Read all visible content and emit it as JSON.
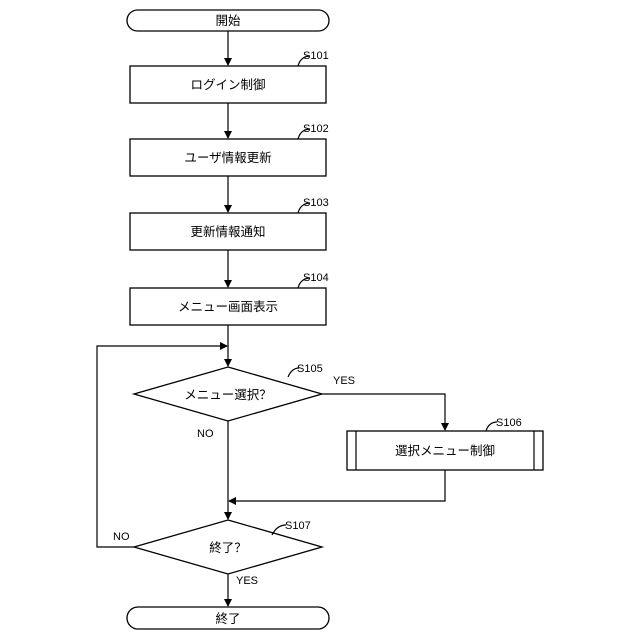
{
  "flowchart": {
    "start": "開始",
    "end": "終了",
    "steps": [
      {
        "id": "S101",
        "label": "ログイン制御"
      },
      {
        "id": "S102",
        "label": "ユーザ情報更新"
      },
      {
        "id": "S103",
        "label": "更新情報通知"
      },
      {
        "id": "S104",
        "label": "メニュー画面表示"
      },
      {
        "id": "S105",
        "label": "メニュー選択？"
      },
      {
        "id": "S106",
        "label": "選択メニュー制御"
      },
      {
        "id": "S107",
        "label": "終了？"
      }
    ],
    "branches": {
      "s105_yes": "YES",
      "s105_no": "NO",
      "s107_no": "NO",
      "s107_yes": "YES"
    }
  }
}
